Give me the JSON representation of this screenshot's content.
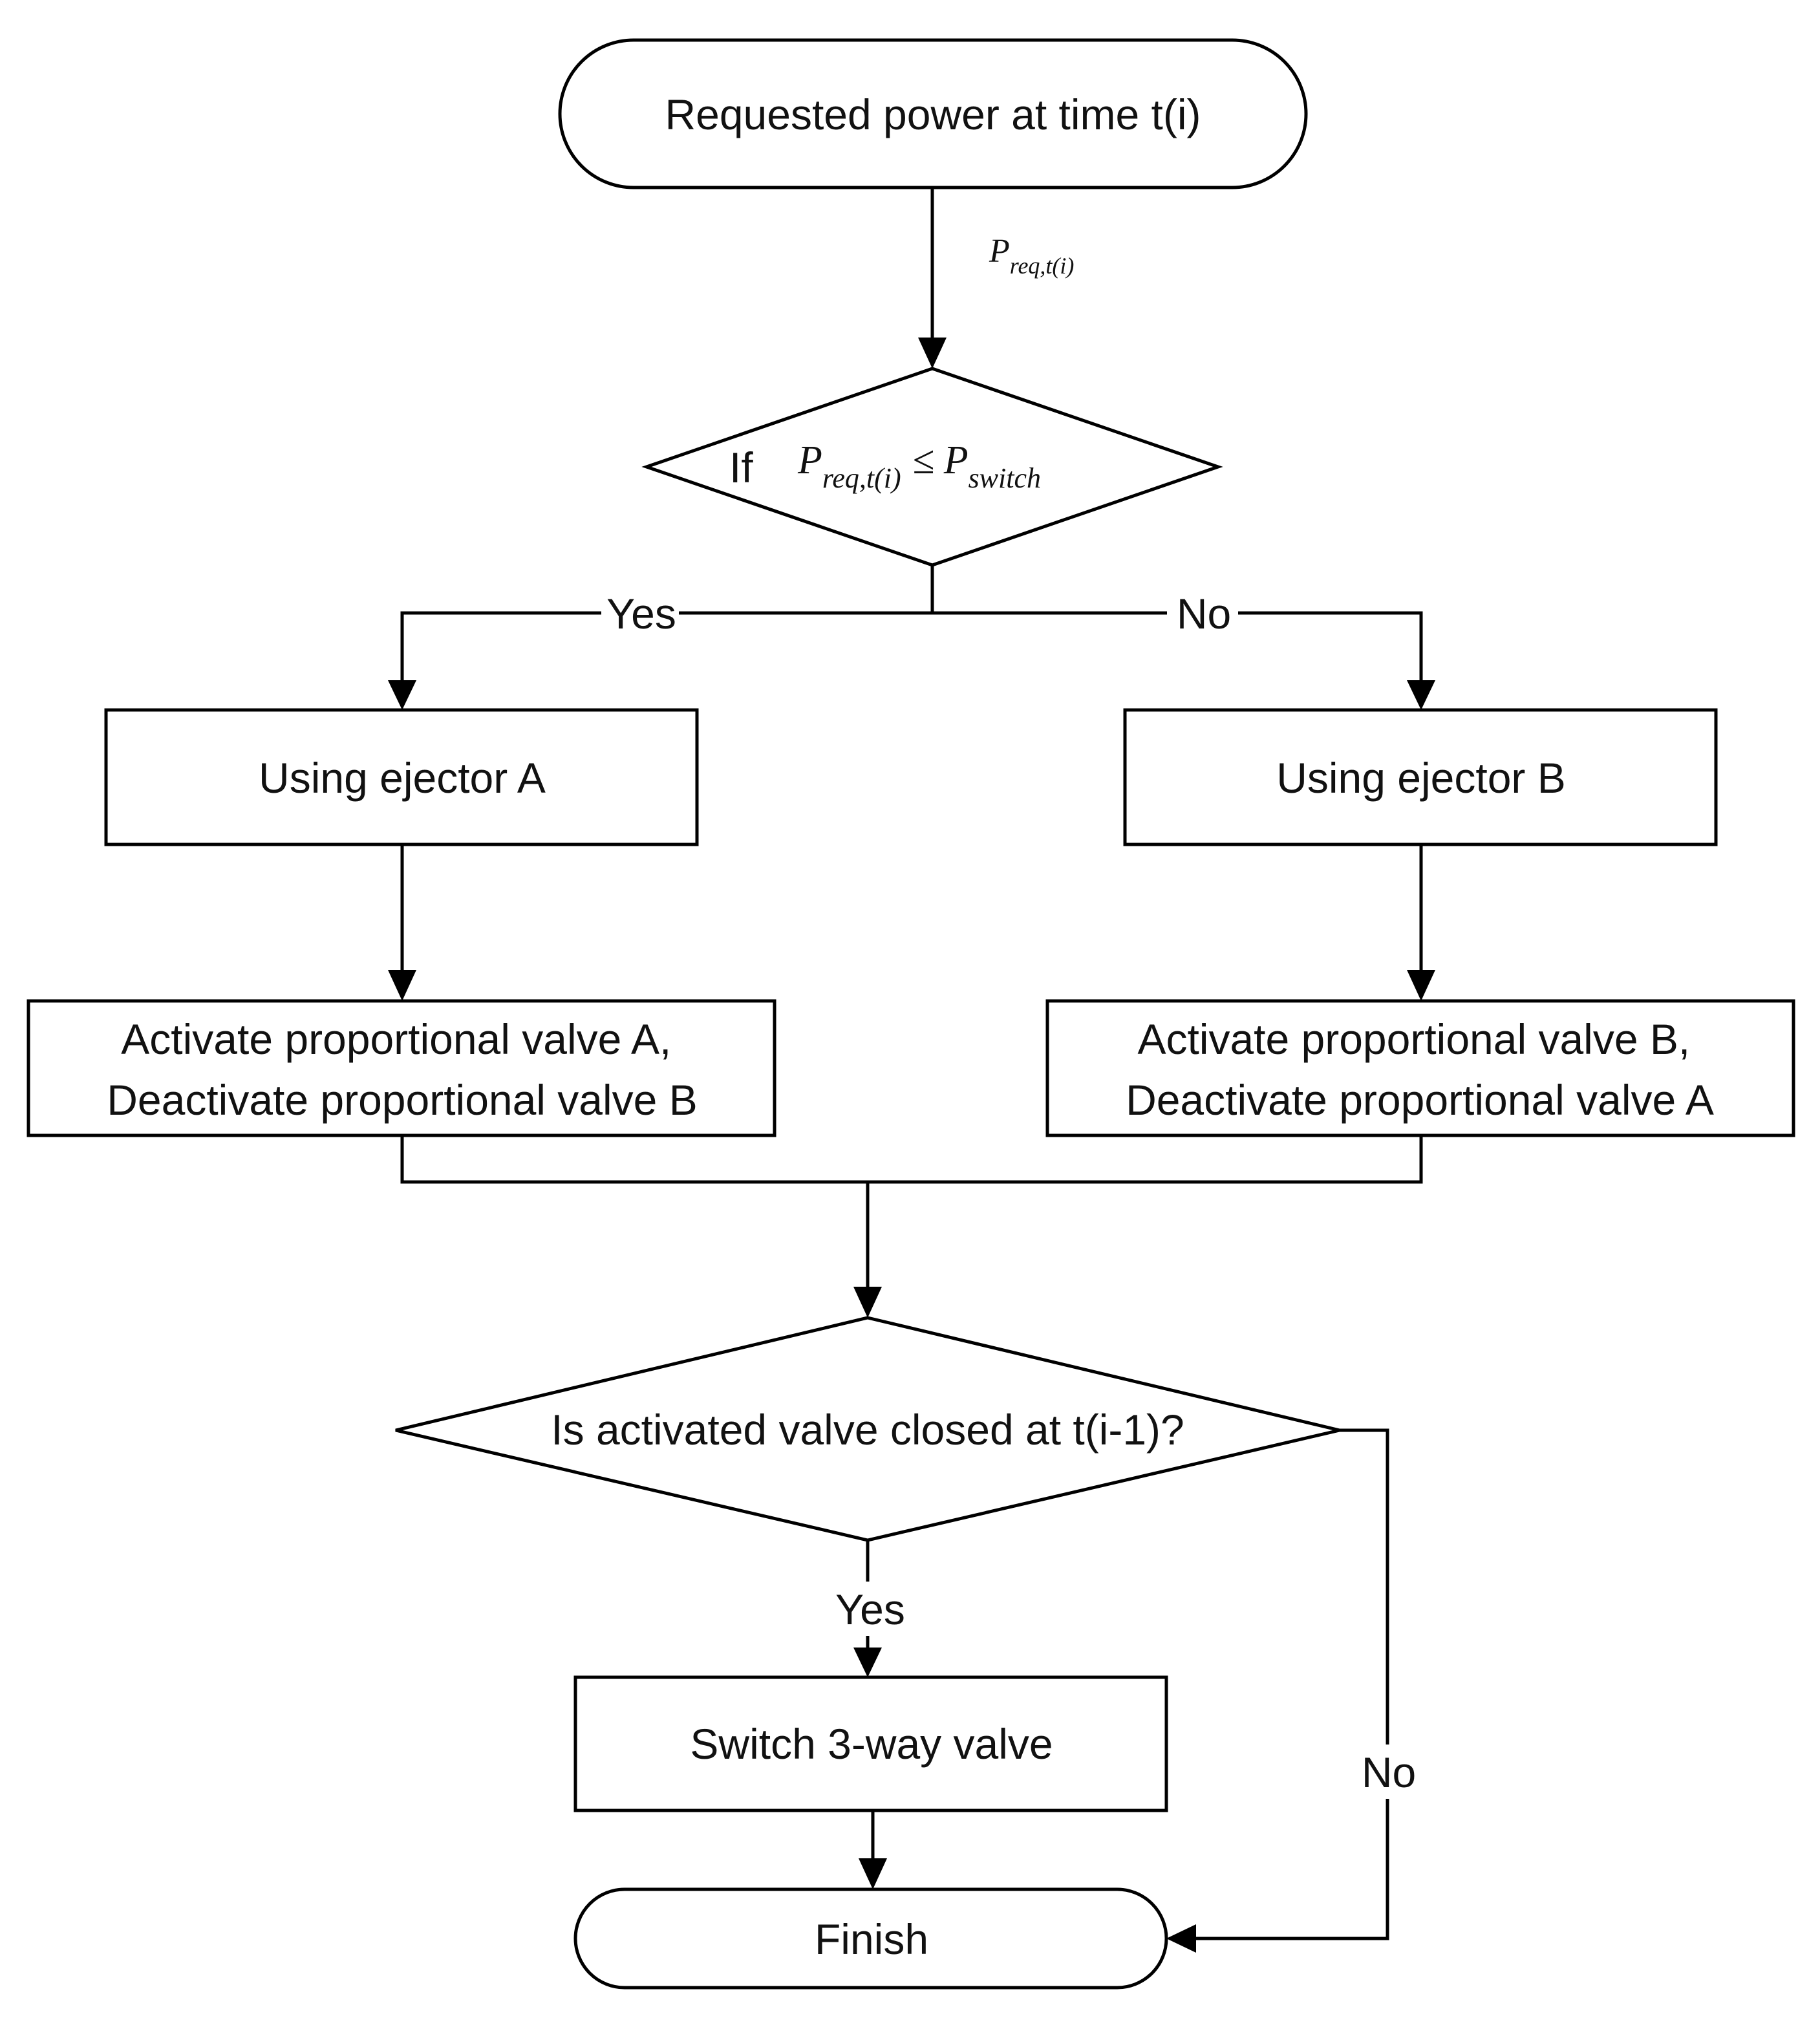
{
  "nodes": {
    "start": "Requested power at time t(i)",
    "decision1": {
      "prefix": "If",
      "lhs": "P",
      "lhs_sub": "req,t(i)",
      "op": "≤",
      "rhs": "P",
      "rhs_sub": "switch"
    },
    "ejector_a": "Using ejector A",
    "ejector_b": "Using ejector B",
    "valves_a": [
      "Activate proportional  valve A,",
      "Deactivate proportional valve B"
    ],
    "valves_b": [
      "Activate proportional valve B,",
      "Deactivate proportional valve A"
    ],
    "decision2": "Is activated valve closed at t(i-1)?",
    "switch": "Switch 3-way valve",
    "finish": "Finish"
  },
  "edges": {
    "start_to_decision1": {
      "symbol": "P",
      "symbol_sub": "req,t(i)"
    },
    "decision1_yes": "Yes",
    "decision1_no": "No",
    "decision2_yes": "Yes",
    "decision2_no": "No"
  }
}
